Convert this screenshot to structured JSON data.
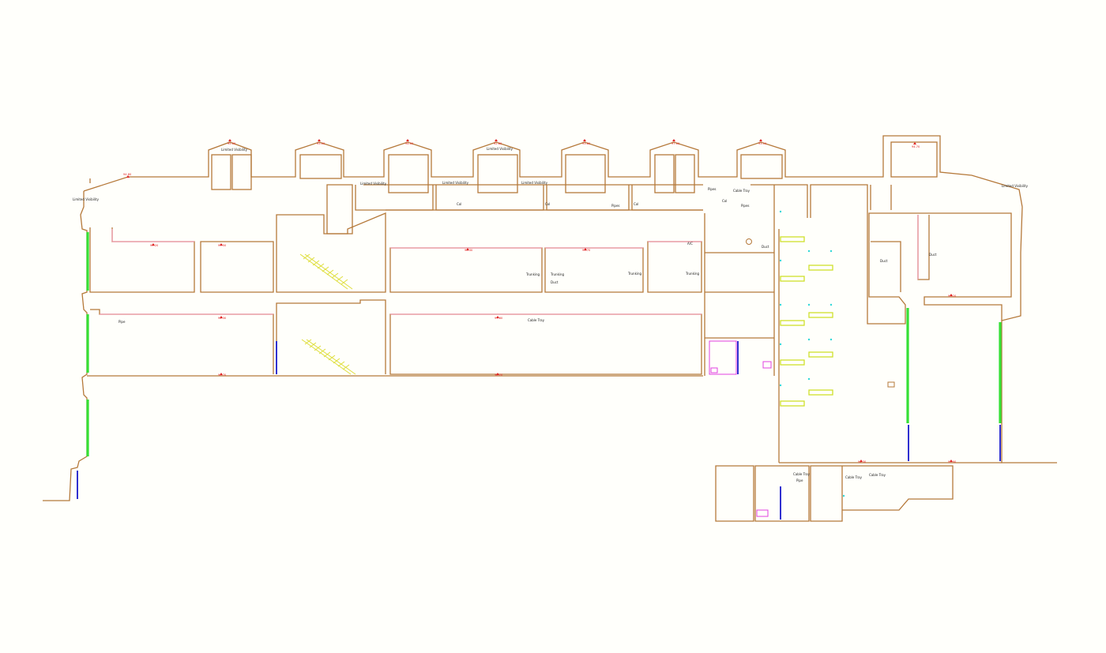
{
  "labels": {
    "limited_visibility": "Limited Visibility",
    "col": "Col",
    "pipes": "Pipes",
    "pipe": "Pipe",
    "cable_tray": "Cable Tray",
    "trunking": "Trunking",
    "duct": "Duct",
    "ac": "A/C"
  },
  "levels": [
    "95.00",
    "93.00",
    "94.00",
    "92.60",
    "93.80",
    "97.00",
    "93.10",
    "94.70",
    "94.80",
    "95.20",
    "97.50",
    "96.30",
    "93.70",
    "94.30",
    "97.60",
    "96.70",
    "98.20",
    "93.20",
    "94.30",
    "95.90"
  ],
  "colors": {
    "wall": "#b5793a",
    "level_marker": "#e02020",
    "cable_tray_line": "#f08aa8",
    "opening_green": "#35e035",
    "opening_blue": "#3030d0",
    "stair": "#dede3a",
    "bench": "#cfe02c",
    "fixture_magenta": "#e040e0",
    "light_cyan": "#30d8d8"
  }
}
